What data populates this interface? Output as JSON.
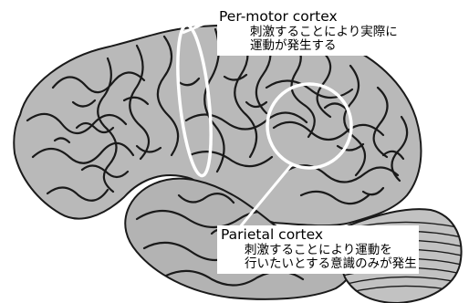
{
  "premotor": {
    "title": "Per-motor cortex",
    "line1": "刺激することにより実際に",
    "line2": "運動が発生する"
  },
  "parietal": {
    "title": "Parietal cortex",
    "line1": "刺激することにより運動を",
    "line2": "行いたいとする意識のみが発生"
  },
  "colors": {
    "ink": "#1a1a1a",
    "highlight_stroke": "#ffffff",
    "background": "#ffffff"
  }
}
